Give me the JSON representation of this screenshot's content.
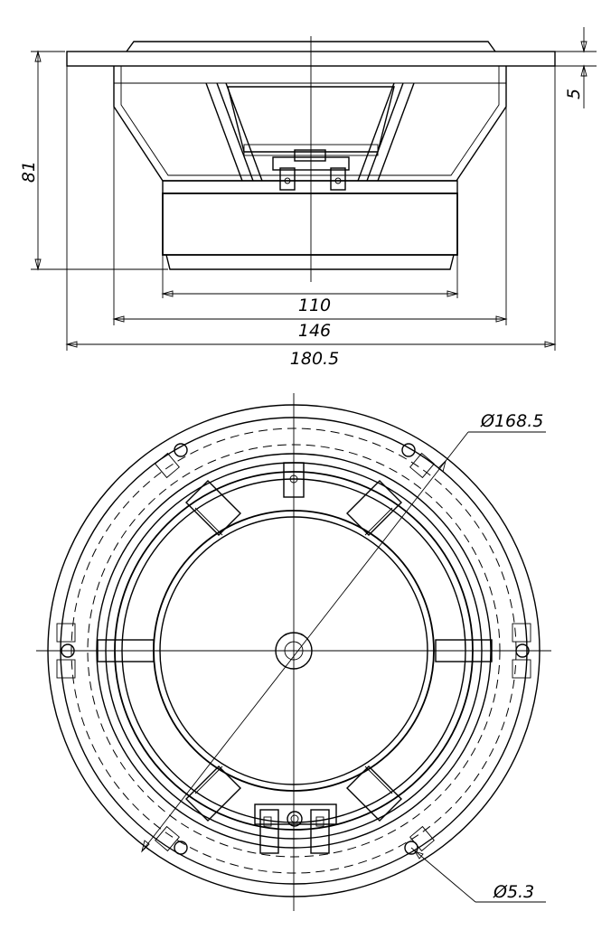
{
  "side_view": {
    "dimensions": {
      "height": "81",
      "flange_thickness": "5",
      "magnet_width": "110",
      "basket_width": "146",
      "overall_width": "180.5"
    }
  },
  "front_view": {
    "dimensions": {
      "frame_diameter": "Ø168.5",
      "mounting_hole": "Ø5.3"
    }
  }
}
